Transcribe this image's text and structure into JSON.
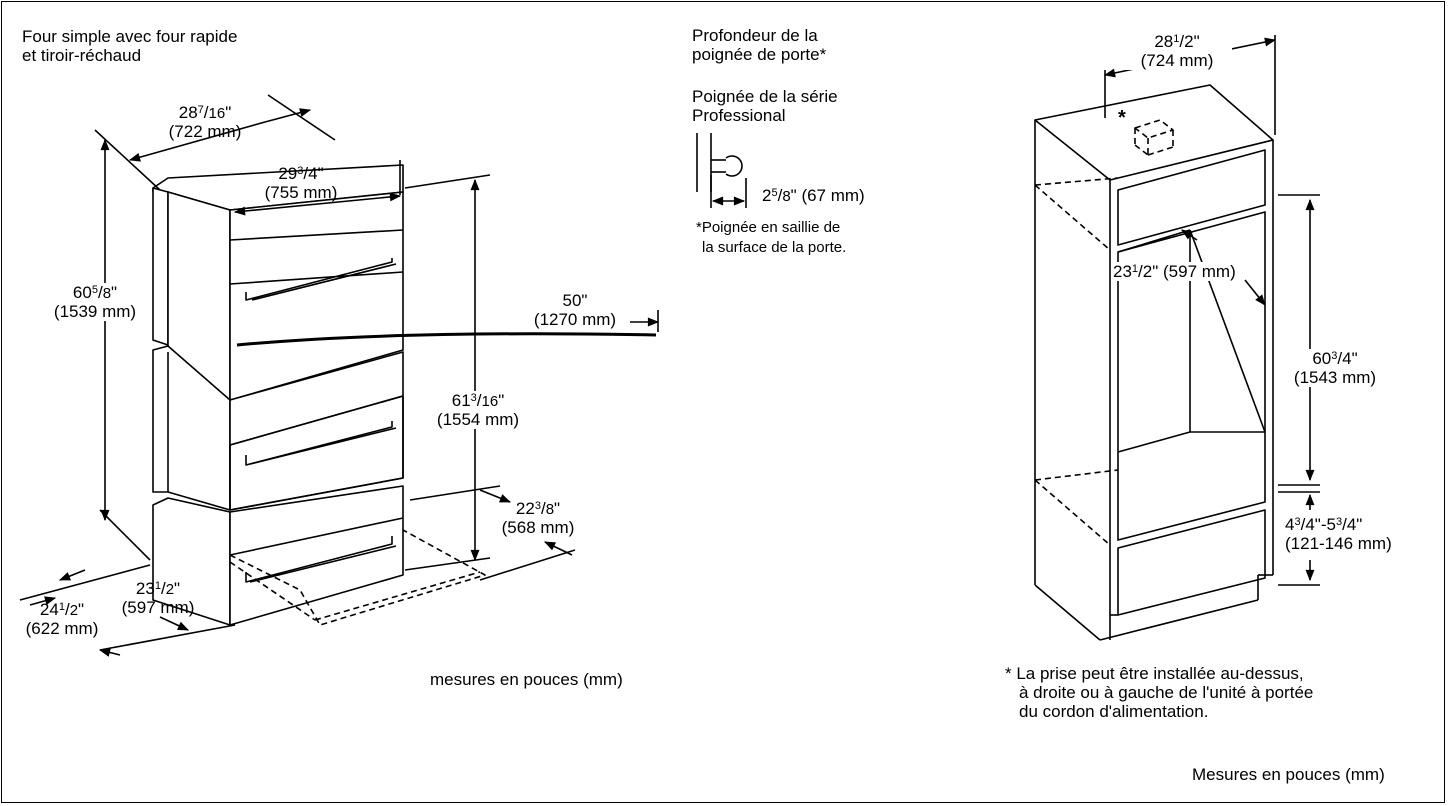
{
  "left_title": [
    "Four simple avec four rapide",
    "et tiroir-réchaud"
  ],
  "dims_left": {
    "width_top": {
      "whole": "28",
      "frac_num": "7",
      "frac_den": "16",
      "mm": "(722 mm)"
    },
    "width_front": {
      "whole": "29",
      "frac_num": "3",
      "frac_den": "4",
      "mm": "(755 mm)"
    },
    "height_outer": {
      "whole": "60",
      "frac_num": "5",
      "frac_den": "8",
      "mm": "(1539 mm)"
    },
    "height_total": {
      "whole": "61",
      "frac_num": "3",
      "frac_den": "16",
      "mm": "(1554 mm)"
    },
    "cord": {
      "value": "50\"",
      "mm": "(1270 mm)"
    },
    "depth_drawer": {
      "whole": "22",
      "frac_num": "3",
      "frac_den": "8",
      "mm": "(568 mm)"
    },
    "depth_side": {
      "whole": "23",
      "frac_num": "1",
      "frac_den": "2",
      "mm": "(597 mm)"
    },
    "depth_total": {
      "whole": "24",
      "frac_num": "1",
      "frac_den": "2",
      "mm": "(622 mm)"
    }
  },
  "handle_section": {
    "title": [
      "Profondeur de la",
      "poignée de porte*"
    ],
    "series": [
      "Poignée de la série",
      "Professional"
    ],
    "dim": {
      "whole": "2",
      "frac_num": "5",
      "frac_den": "8",
      "mm": "(67 mm)"
    },
    "note": [
      "*Poignée en saillie de",
      "la surface de la porte."
    ]
  },
  "units_note_left": "mesures en pouces (mm)",
  "dims_right": {
    "width": {
      "whole": "28",
      "frac_num": "1",
      "frac_den": "2",
      "mm": "(724 mm)"
    },
    "depth": {
      "whole": "23",
      "frac_num": "1",
      "frac_den": "2",
      "mm": "(597 mm)"
    },
    "height": {
      "whole": "60",
      "frac_num": "3",
      "frac_den": "4",
      "mm": "(1543 mm)"
    },
    "base": {
      "a_whole": "4",
      "a_num": "3",
      "a_den": "4",
      "b_whole": "5",
      "b_num": "3",
      "b_den": "4",
      "mm": "(121-146 mm)"
    },
    "outlet_star": "*"
  },
  "outlet_note": [
    "*  La prise peut être installée au-dessus,",
    "à droite ou à gauche de l'unité à portée",
    "du cordon d'alimentation."
  ],
  "units_note_right": "Mesures en pouces (mm)"
}
